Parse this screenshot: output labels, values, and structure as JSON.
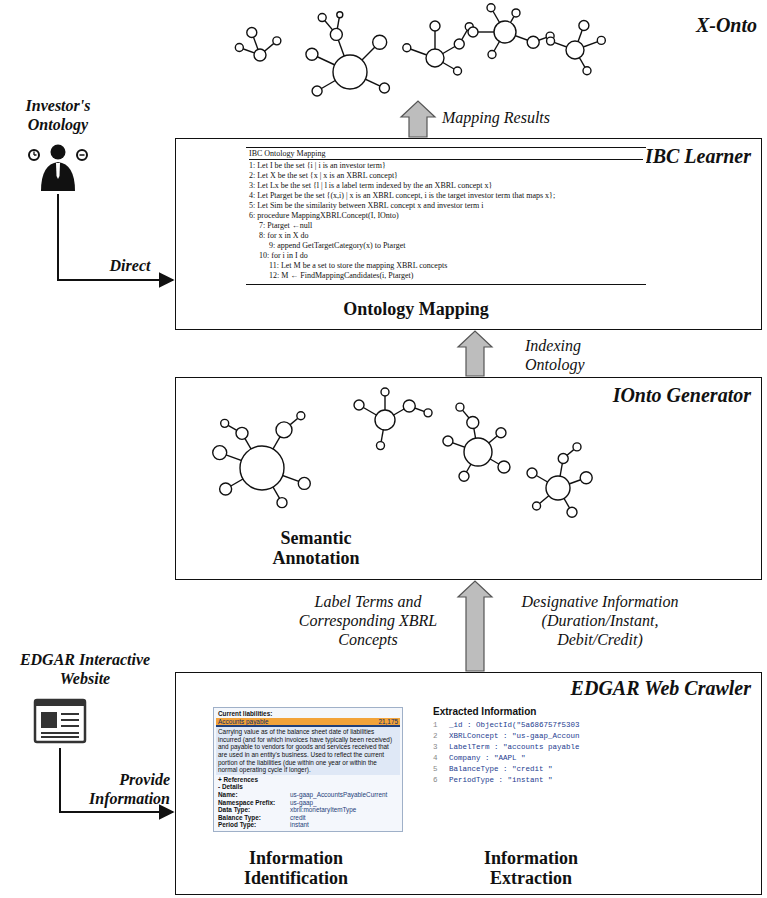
{
  "diagram": {
    "nodes": [
      {
        "text": [
          "X-Onto"
        ]
      },
      {
        "text": [
          "Investor's Ontology"
        ]
      },
      {
        "text": [
          "IBC Learner",
          "Ontology Mapping"
        ]
      },
      {
        "text": [
          "IBC Ontology Mapping",
          "1: Let I be the set {i | i is an investor term}",
          "2: Let X be the set {x | x is an XBRL concept}",
          "3: Let Lx be the set {l | l is a label term indexed by the an XBRL concept x}",
          "4: Let Ptarget be the set {(x,i) | x is an XBRL concept, i is the target investor term that maps x};",
          "5: Let Sim be the similarity between XBRL concept x and investor term i",
          "6: procedure MappingXBRLConcept(I, IOnto)",
          "7: Ptarget ←null",
          "8: for x in X do",
          "9: append GetTargetCategory(x) to Ptarget",
          "10: for i in I do",
          "11: Let M be a set to store the mapping XBRL concepts",
          "12: M ← FindMappingCandidates(i, Ptarget)"
        ],
        "in": 2
      },
      {
        "text": [
          "IOnto Generator",
          "Semantic Annotation"
        ]
      },
      {
        "text": [
          "EDGAR Interactive Website"
        ]
      },
      {
        "text": [
          "EDGAR Web Crawler",
          "Information Identification",
          "Information Extraction"
        ]
      },
      {
        "text": [
          "Current liabilities:",
          "Accounts payable",
          "21,175",
          "Carrying value as of the balance sheet date of liabilities incurred (and for which invoices have typically been received) and payable to vendors for goods and services received that are used in an entity's business. Used to reflect the current portion of the liabilities (due within one year or within the normal operating cycle if longer).",
          "+ References",
          "- Details",
          "Name:",
          "us-gaap_AccountsPayableCurrent",
          "Namespace Prefix:",
          "us-gaap_",
          "Data Type:",
          "xbrli:monetaryItemType",
          "Balance Type:",
          "credit",
          "Period Type:",
          "instant"
        ],
        "in": 6
      },
      {
        "text": [
          "Extracted Information",
          "1",
          "_id : ObjectId(\"5a686757f5303",
          "2",
          "XBRLConcept : \"us-gaap_Accoun",
          "3",
          "LabelTerm : \"accounts payable",
          "4",
          "Company : \"AAPL \"",
          "5",
          "BalanceType : \"credit \"",
          "6",
          "PeriodType : \"instant \""
        ],
        "in": 6
      }
    ],
    "edges": [
      {
        "from": 2,
        "to": 0,
        "arrow": "to",
        "label": "Mapping Results"
      },
      {
        "from": 1,
        "to": 2,
        "arrow": "to",
        "label": "Direct"
      },
      {
        "from": 4,
        "to": 2,
        "arrow": "to",
        "label": "Indexing Ontology"
      },
      {
        "from": 6,
        "to": 4,
        "arrow": "to",
        "label": "Label Terms and Corresponding XBRL Concepts"
      },
      {
        "from": 5,
        "to": 6,
        "arrow": "to",
        "label": "Provide Information"
      }
    ],
    "labels": [
      "Designative Information (Duration/Instant, Debit/Credit)"
    ]
  }
}
